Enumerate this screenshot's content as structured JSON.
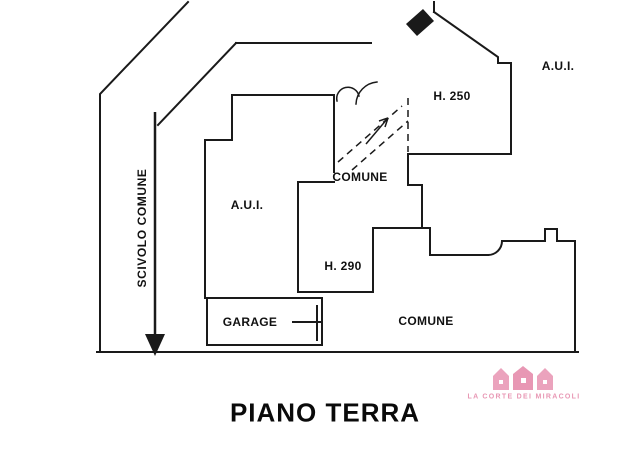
{
  "plan": {
    "title": "PIANO TERRA",
    "areas": {
      "aui_left": "A.U.I.",
      "aui_right": "A.U.I.",
      "h250": "H. 250",
      "h290": "H. 290",
      "comune_top": "COMUNE",
      "comune_bottom": "COMUNE",
      "garage": "GARAGE",
      "scivolo": "SCIVOLO COMUNE"
    }
  },
  "logo": {
    "text": "LA CORTE DEI MIRACOLI",
    "color": "#e897b4"
  },
  "colors": {
    "line": "#1a1a1a",
    "background": "#ffffff"
  }
}
